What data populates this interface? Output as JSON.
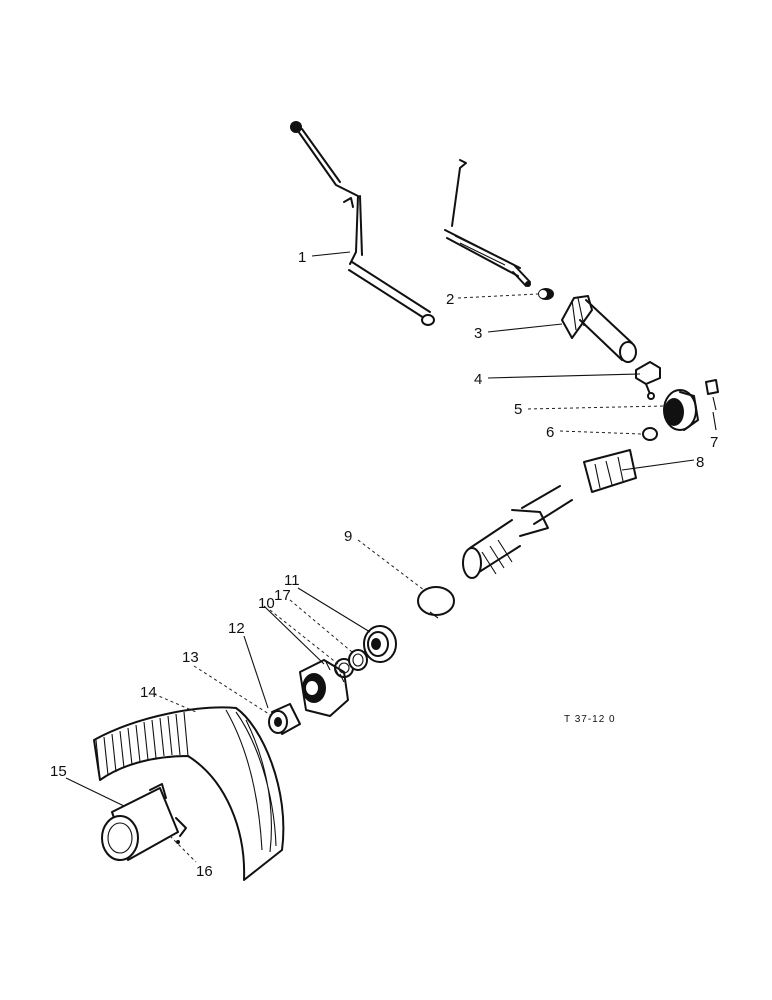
{
  "diagram": {
    "reference_code": "T 37-12 0",
    "callouts": [
      {
        "id": "p1",
        "label": "1"
      },
      {
        "id": "p2",
        "label": "2"
      },
      {
        "id": "p3",
        "label": "3"
      },
      {
        "id": "p4",
        "label": "4"
      },
      {
        "id": "p5",
        "label": "5"
      },
      {
        "id": "p6",
        "label": "6"
      },
      {
        "id": "p7",
        "label": "7"
      },
      {
        "id": "p8",
        "label": "8"
      },
      {
        "id": "p9",
        "label": "9"
      },
      {
        "id": "p10",
        "label": "10"
      },
      {
        "id": "p11",
        "label": "11"
      },
      {
        "id": "p12",
        "label": "12"
      },
      {
        "id": "p13",
        "label": "13"
      },
      {
        "id": "p14",
        "label": "14"
      },
      {
        "id": "p15",
        "label": "15"
      },
      {
        "id": "p16",
        "label": "16"
      },
      {
        "id": "p17",
        "label": "17"
      }
    ]
  }
}
